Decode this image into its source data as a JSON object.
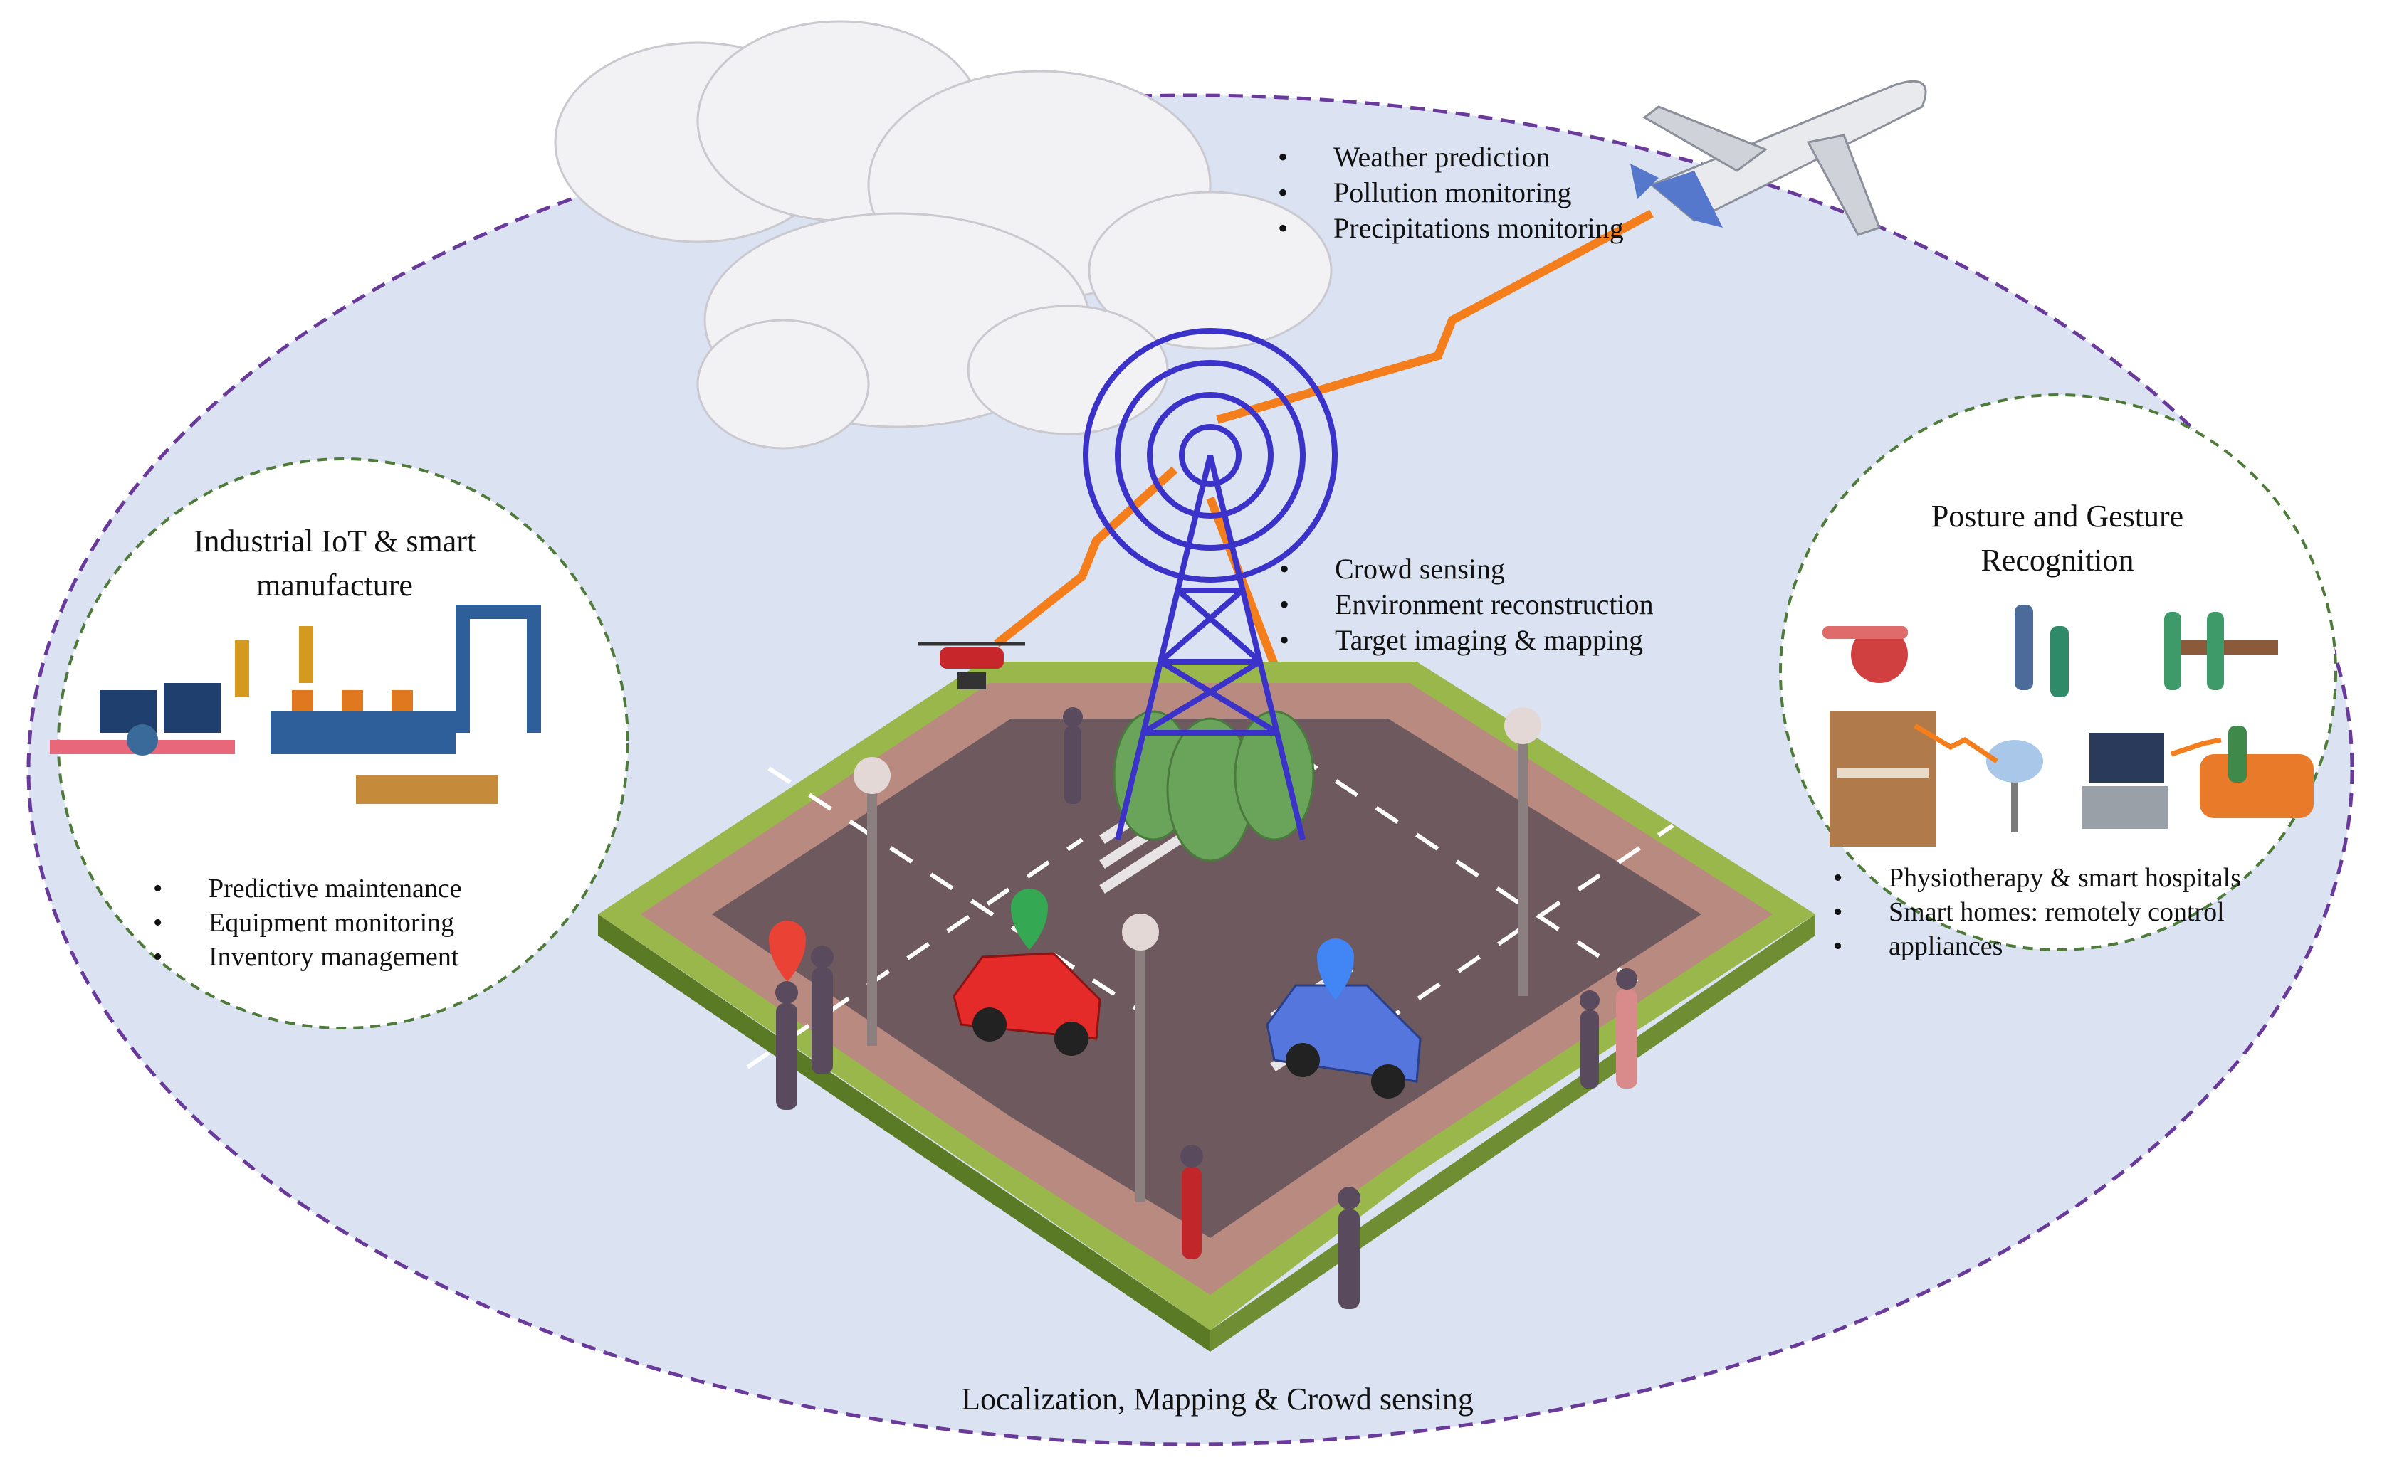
{
  "top_label": {
    "items": [
      "Weather prediction",
      "Pollution monitoring",
      "Precipitations monitoring"
    ]
  },
  "center_label": {
    "items": [
      "Crowd sensing",
      "Environment reconstruction",
      "Target imaging & mapping"
    ]
  },
  "left_panel": {
    "title_line1": "Industrial IoT & smart",
    "title_line2": "manufacture",
    "items": [
      "Predictive maintenance",
      "Equipment monitoring",
      "Inventory management"
    ]
  },
  "right_panel": {
    "title_line1": "Posture and Gesture",
    "title_line2": "Recognition",
    "items": [
      "Physiotherapy & smart hospitals",
      "Smart homes: remotely control",
      "appliances"
    ]
  },
  "bottom_caption": "Localization, Mapping & Crowd sensing",
  "colors": {
    "outer_ellipse_fill": "#dbe3f3",
    "outer_ellipse_border": "#6a3a9a",
    "inner_circle_border": "#4e7a3a",
    "tower": "#3b33c9",
    "signal": "#f47e1c",
    "road": "#6e5a5e",
    "sidewalk": "#b98a80",
    "grass": "#9ab74c"
  }
}
